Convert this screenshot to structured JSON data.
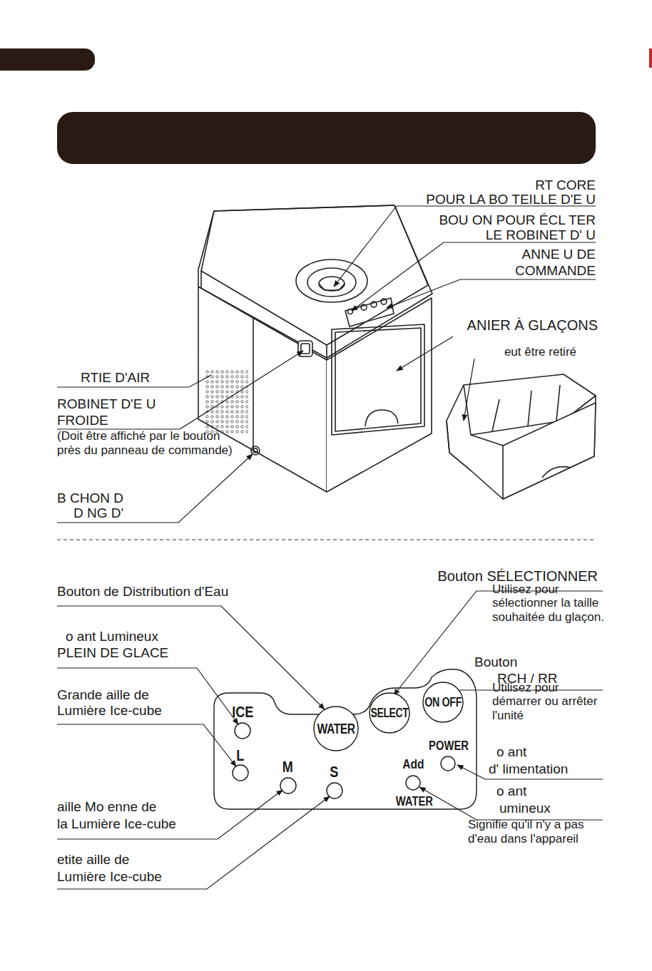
{
  "diagram": {
    "nodes": [
      {
        "text": [
          "WATER"
        ]
      },
      {
        "text": [
          "SELECT"
        ]
      },
      {
        "text": [
          "ON OFF"
        ]
      }
    ],
    "labels": [
      "RT CORE",
      "POUR LA BO TEILLE D'E U",
      "BOU ON POUR ÉCL TER",
      "LE ROBINET D' U",
      "ANNE U DE",
      "COMMANDE",
      "ANIER À GLAÇONS",
      "eut être retiré",
      "RTIE D'AIR",
      "ROBINET D'E U",
      "FROIDE",
      "(Doit être affiché par le bouton près du panneau de commande)",
      "B CHON D",
      "D NG D'",
      "Bouton de Distribution d'Eau",
      "Bouton SÉLECTIONNER",
      "Utilisez pour sélectionner la taille souhaitée du glaçon.",
      "o ant Lumineux",
      "PLEIN DE GLACE",
      "Bouton",
      "RCH / RR",
      "Utilisez pour démarrer ou arrêter l'unité",
      "Grande aille de",
      "Lumière Ice-cube",
      "o ant",
      "d' limentation",
      "o ant",
      "umineux",
      "Signifie qu'il n'y a pas d'eau dans l'appareil",
      "aille Mo enne de",
      "la Lumière Ice-cube",
      "etite aille de",
      "Lumière Ice-cube",
      "ICE",
      "L",
      "M",
      "S",
      "Add",
      "WATER",
      "POWER"
    ]
  }
}
